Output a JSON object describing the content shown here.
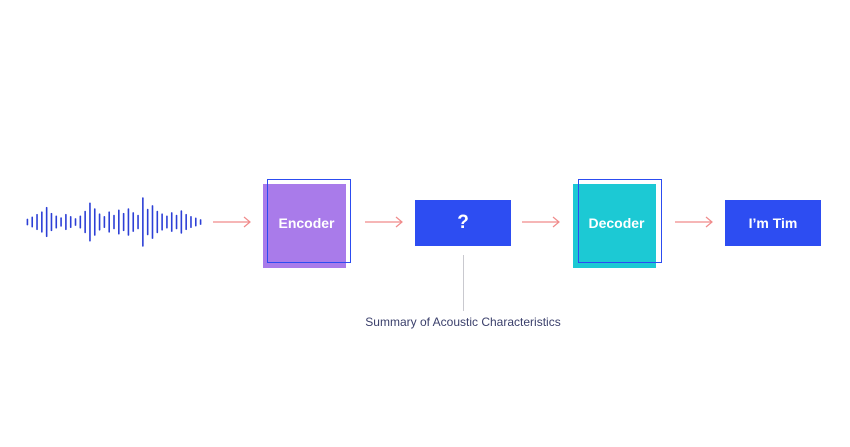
{
  "diagram": {
    "encoder_label": "Encoder",
    "latent_label": "?",
    "decoder_label": "Decoder",
    "output_label": "I’m Tim",
    "summary_label": "Summary of Acoustic Characteristics"
  },
  "colors": {
    "waveform": "#2c3fd6",
    "arrow": "#f08a8a",
    "encoder_fill": "#a97bea",
    "decoder_fill": "#1cc9d4",
    "box_blue": "#2d4df2",
    "outline_blue": "#2c4cf1",
    "summary_text": "#3a3f6b"
  },
  "waveform": {
    "bar_levels": [
      0.1,
      0.18,
      0.28,
      0.38,
      0.55,
      0.32,
      0.22,
      0.15,
      0.28,
      0.2,
      0.12,
      0.22,
      0.4,
      0.72,
      0.5,
      0.3,
      0.2,
      0.38,
      0.25,
      0.45,
      0.32,
      0.5,
      0.35,
      0.25,
      0.92,
      0.48,
      0.62,
      0.4,
      0.3,
      0.22,
      0.35,
      0.25,
      0.42,
      0.28,
      0.2,
      0.14,
      0.08
    ]
  }
}
